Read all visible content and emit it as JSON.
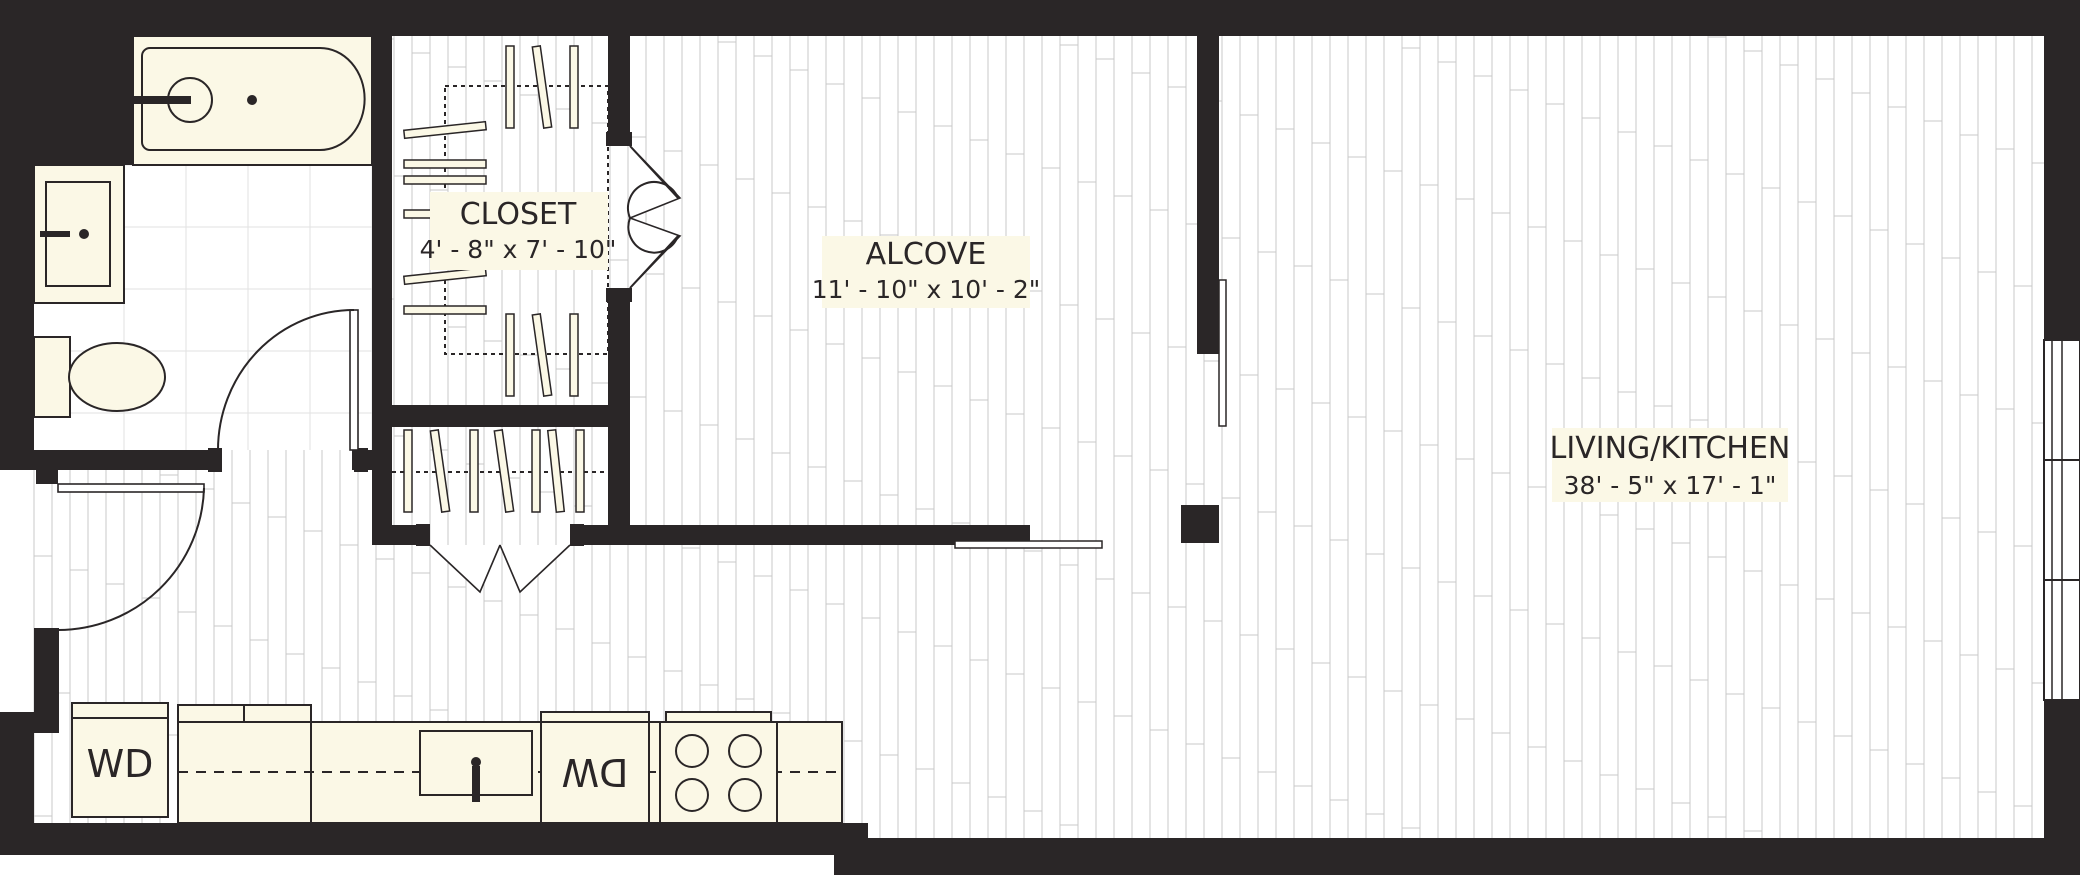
{
  "colors": {
    "wall": "#2a2627",
    "fixture_fill": "#fbf8e6",
    "floor_line": "#c9c9c9",
    "label_bg": "#fbf8e6"
  },
  "rooms": {
    "closet": {
      "name": "CLOSET",
      "dimensions": "4' - 8\" x 7' - 10\""
    },
    "alcove": {
      "name": "ALCOVE",
      "dimensions": "11' - 10\" x 10' - 2\""
    },
    "living_kitchen": {
      "name": "LIVING/KITCHEN",
      "dimensions": "38' - 5\" x 17' - 1\""
    }
  },
  "appliances": {
    "washer_dryer": "WD",
    "dishwasher": "DW"
  }
}
